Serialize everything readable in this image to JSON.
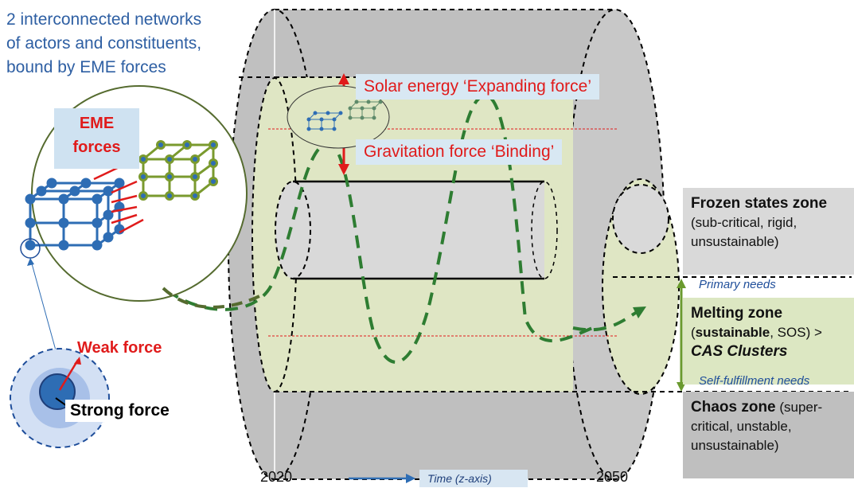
{
  "title_lines": [
    "2 interconnected networks",
    "of actors and constituents,",
    "bound by EME forces"
  ],
  "eme_forces": "EME forces",
  "solar_label": "Solar energy ‘Expanding force’",
  "gravitation_label": "Gravitation force ‘Binding’",
  "weak_force": "Weak force",
  "strong_force": "Strong force",
  "frozen": {
    "title": "Frozen states zone",
    "desc": "(sub-critical, rigid, unsustainable)"
  },
  "melting": {
    "title": "Melting zone",
    "desc_bold": "sustainable",
    "desc_rest": ", SOS) >",
    "cas": "CAS Clusters"
  },
  "chaos": {
    "title": "Chaos zone",
    "desc": " (super-critical, unstable, unsustainable)"
  },
  "primary_needs": "Primary needs",
  "self_needs": "Self-fulfillment needs",
  "year_start": "2020",
  "year_end": "2050",
  "time_axis": "Time (z-axis)",
  "colors": {
    "grey_cyl": "#bfbfbf",
    "green_zone": "#dfe6c4",
    "red": "#e01b1b",
    "blue_net": "#2e6db4",
    "green_net": "#7a9a2e",
    "dash_green": "#2e7d32"
  }
}
